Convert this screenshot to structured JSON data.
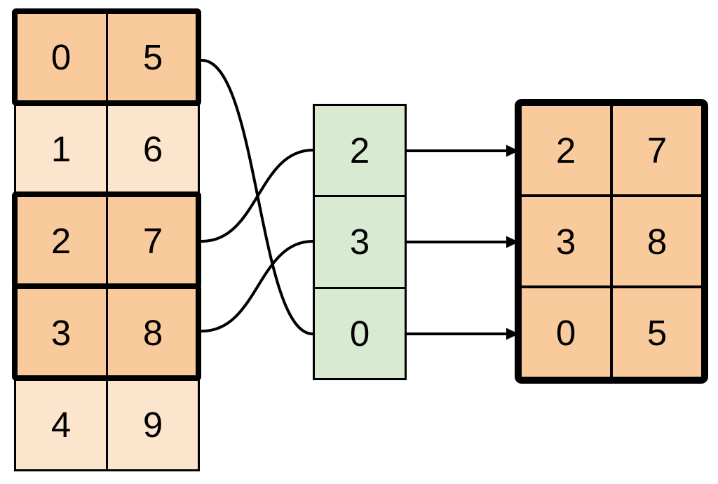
{
  "colors": {
    "highlight_fill": "#F9CB9C",
    "muted_fill": "#FCE5CD",
    "index_fill": "#D9EAD3",
    "line": "#000000",
    "background": "#FFFFFF"
  },
  "source_table": {
    "rows": [
      [
        "0",
        "5"
      ],
      [
        "1",
        "6"
      ],
      [
        "2",
        "7"
      ],
      [
        "3",
        "8"
      ],
      [
        "4",
        "9"
      ]
    ],
    "highlighted_rows": [
      0,
      2,
      3
    ]
  },
  "index_column": {
    "cells": [
      "2",
      "3",
      "0"
    ]
  },
  "result_table": {
    "rows": [
      [
        "2",
        "7"
      ],
      [
        "3",
        "8"
      ],
      [
        "0",
        "5"
      ]
    ]
  },
  "connections": {
    "curves": [
      {
        "source_row": 0,
        "index_cell": 2
      },
      {
        "source_row": 2,
        "index_cell": 0
      },
      {
        "source_row": 3,
        "index_cell": 1
      }
    ],
    "arrows": [
      {
        "index_cell": 0,
        "result_row": 0
      },
      {
        "index_cell": 1,
        "result_row": 1
      },
      {
        "index_cell": 2,
        "result_row": 2
      }
    ]
  }
}
